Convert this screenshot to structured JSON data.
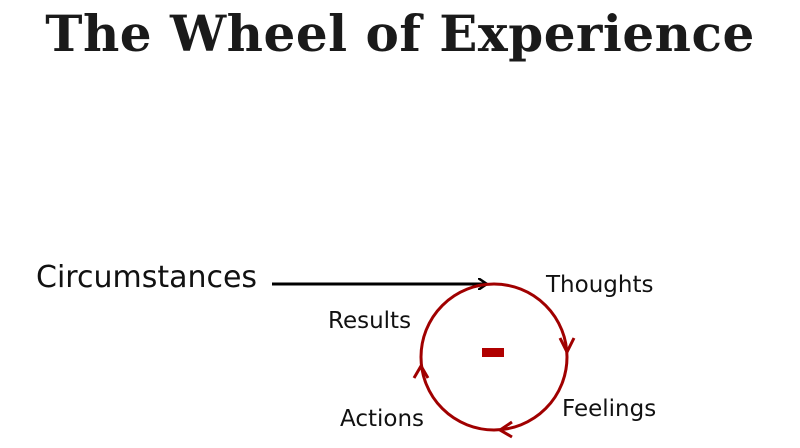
{
  "title": "The Wheel of Experience",
  "labels": {
    "circumstances": "Circumstances",
    "thoughts": "Thoughts",
    "feelings": "Feelings",
    "actions": "Actions",
    "results": "Results"
  },
  "colors": {
    "cycle": "#a00000",
    "arrow": "#000000",
    "sign": "#b00000"
  },
  "center_sign": "minus"
}
